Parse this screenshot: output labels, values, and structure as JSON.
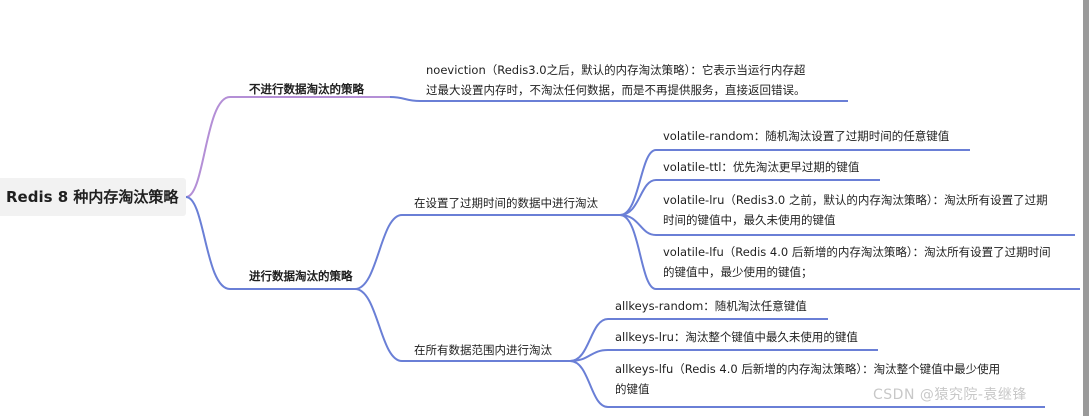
{
  "root": {
    "label": "Redis 8 种内存淘汰策略"
  },
  "branches": {
    "no_eviction": {
      "label": "不进行数据淘汰的策略",
      "leaf": {
        "line1": "noeviction（Redis3.0之后，默认的内存淘汰策略）：它表示当运行内存超",
        "line2": "过最大设置内存时，不淘汰任何数据，而是不再提供服务，直接返回错误。"
      }
    },
    "eviction": {
      "label": "进行数据淘汰的策略",
      "volatile": {
        "label": "在设置了过期时间的数据中进行淘汰",
        "items": [
          {
            "line1": "volatile-random：随机淘汰设置了过期时间的任意键值",
            "line2": ""
          },
          {
            "line1": "volatile-ttl：优先淘汰更早过期的键值",
            "line2": ""
          },
          {
            "line1": "volatile-lru（Redis3.0 之前，默认的内存淘汰策略）：淘汰所有设置了过期",
            "line2": "时间的键值中，最久未使用的键值"
          },
          {
            "line1": "volatile-lfu（Redis 4.0 后新增的内存淘汰策略）：淘汰所有设置了过期时间",
            "line2": "的键值中，最少使用的键值；"
          }
        ]
      },
      "allkeys": {
        "label": "在所有数据范围内进行淘汰",
        "items": [
          {
            "line1": "allkeys-random：随机淘汰任意键值",
            "line2": ""
          },
          {
            "line1": "allkeys-lru：淘汰整个键值中最久未使用的键值",
            "line2": ""
          },
          {
            "line1": "allkeys-lfu（Redis 4.0 后新增的内存淘汰策略）：淘汰整个键值中最少使用",
            "line2": "的键值"
          }
        ]
      }
    }
  },
  "watermark": "CSDN @猿究院-袁继锋",
  "colors": {
    "branch_top": "#b48fd6",
    "branch_main": "#6a7fd6",
    "root_bg": "#f2f2f2"
  }
}
